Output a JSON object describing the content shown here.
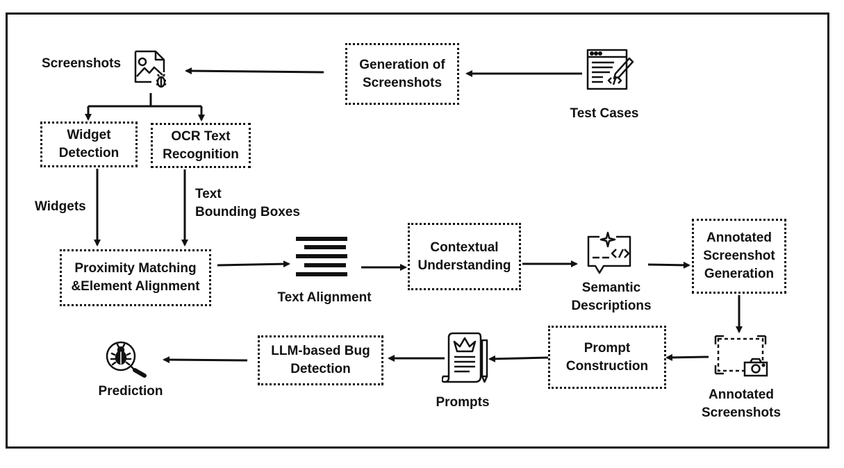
{
  "boxes": {
    "generation": [
      "Generation of",
      "Screenshots"
    ],
    "widget_detection": [
      "Widget",
      "Detection"
    ],
    "ocr": [
      "OCR Text",
      "Recognition"
    ],
    "proximity": [
      "Proximity Matching",
      "&Element Alignment"
    ],
    "contextual": [
      "Contextual",
      "Understanding"
    ],
    "annotated_generation": [
      "Annotated",
      "Screenshot",
      "Generation"
    ],
    "prompt_construction": [
      "Prompt",
      "Construction"
    ],
    "llm": [
      "LLM-based Bug",
      "Detection"
    ]
  },
  "labels": {
    "screenshots": "Screenshots",
    "test_cases": "Test Cases",
    "widgets": "Widgets",
    "text_bounding_boxes": [
      "Text",
      "Bounding Boxes"
    ],
    "text_alignment": "Text Alignment",
    "semantic_descriptions": [
      "Semantic",
      "Descriptions"
    ],
    "annotated_screenshots": [
      "Annotated",
      "Screenshots"
    ],
    "prompts": "Prompts",
    "prediction": "Prediction"
  },
  "icons": [
    "screenshot-bug-icon",
    "test-case-code-icon",
    "text-align-icon",
    "semantic-chat-code-icon",
    "annotated-camera-icon",
    "prompt-scroll-icon",
    "bug-magnifier-icon"
  ],
  "colors": {
    "stroke": "#111111",
    "background": "#ffffff"
  }
}
